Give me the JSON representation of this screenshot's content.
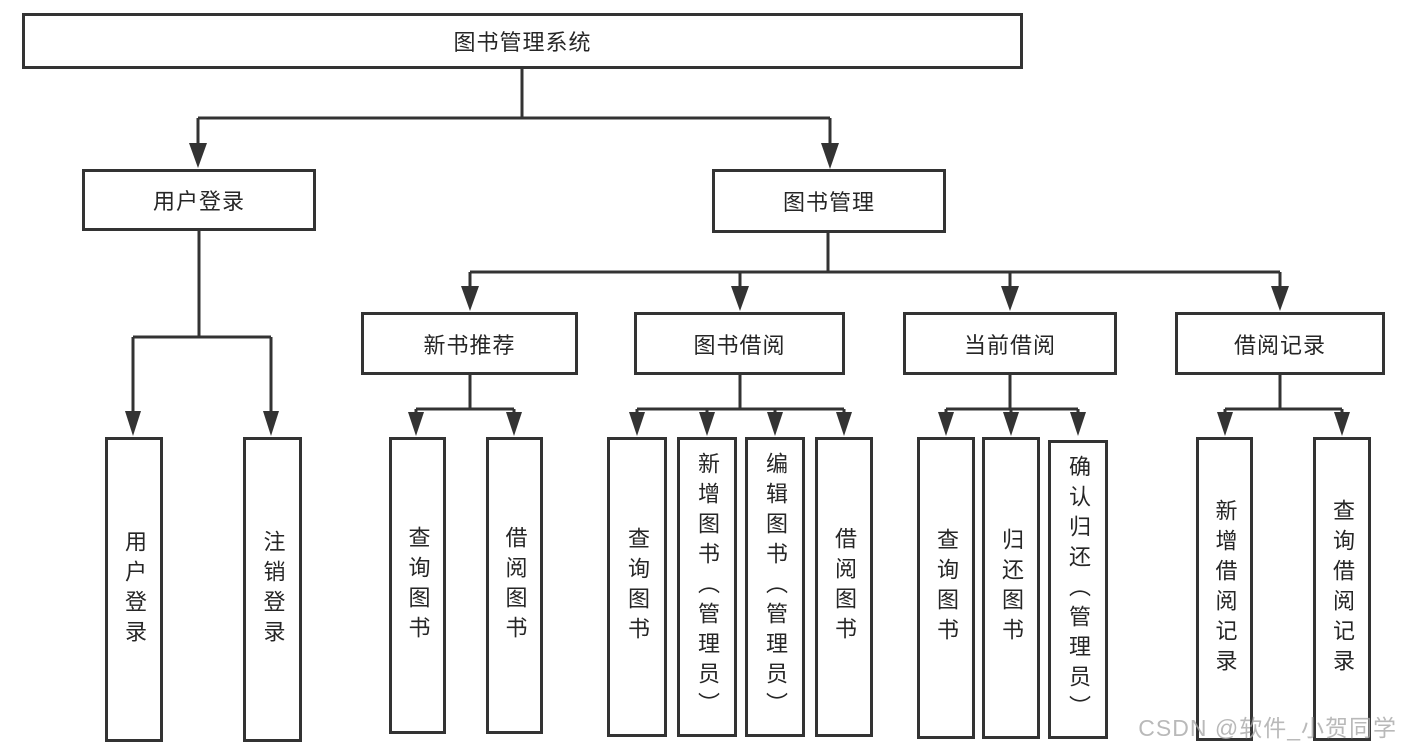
{
  "diagram": {
    "root": {
      "label": "图书管理系统"
    },
    "login_branch": {
      "label": "用户登录",
      "children": [
        {
          "label": "用户登录"
        },
        {
          "label": "注销登录"
        }
      ]
    },
    "mgmt_branch": {
      "label": "图书管理",
      "groups": [
        {
          "label": "新书推荐",
          "children": [
            {
              "label": "查询图书"
            },
            {
              "label": "借阅图书"
            }
          ]
        },
        {
          "label": "图书借阅",
          "children": [
            {
              "label": "查询图书"
            },
            {
              "label": "新增图书（管理员）"
            },
            {
              "label": "编辑图书（管理员）"
            },
            {
              "label": "借阅图书"
            }
          ]
        },
        {
          "label": "当前借阅",
          "children": [
            {
              "label": "查询图书"
            },
            {
              "label": "归还图书"
            },
            {
              "label": "确认归还（管理员）"
            }
          ]
        },
        {
          "label": "借阅记录",
          "children": [
            {
              "label": "新增借阅记录"
            },
            {
              "label": "查询借阅记录"
            }
          ]
        }
      ]
    }
  },
  "watermark": {
    "text": "CSDN @软件_小贺同学"
  },
  "colors": {
    "line": "#333333",
    "text": "#262626",
    "background": "#ffffff",
    "watermark": "#a8a8a8"
  }
}
